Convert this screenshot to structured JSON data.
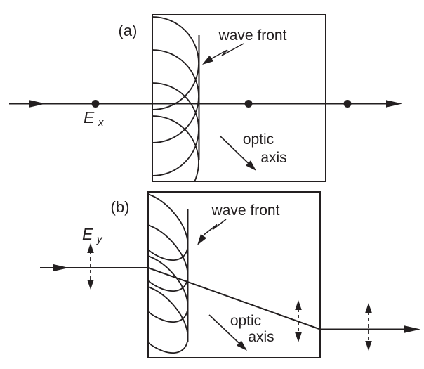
{
  "colors": {
    "ink": "#231f20",
    "background": "#ffffff"
  },
  "panel_a": {
    "label": "(a)",
    "field": {
      "symbol": "E",
      "subscript": "x"
    },
    "wavefront_label": "wave front",
    "optic_axis_label": {
      "line1": "optic",
      "line2": "axis"
    }
  },
  "panel_b": {
    "label": "(b)",
    "field": {
      "symbol": "E",
      "subscript": "y"
    },
    "wavefront_label": "wave front",
    "optic_axis_label": {
      "line1": "optic",
      "line2": "axis"
    }
  }
}
